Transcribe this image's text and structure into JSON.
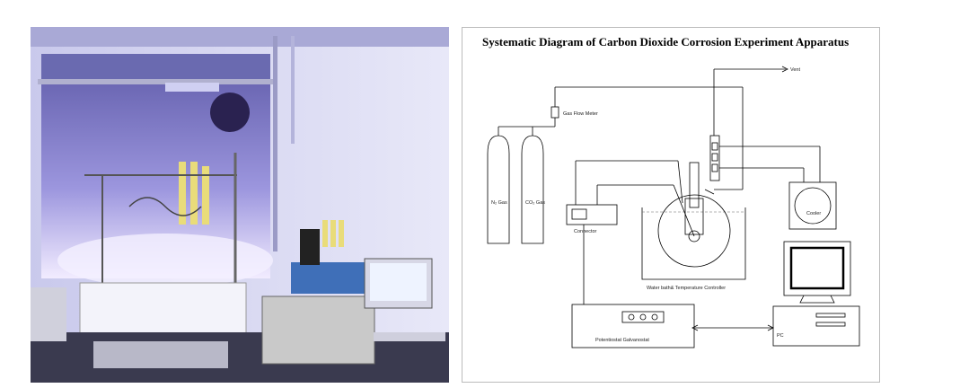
{
  "diagram": {
    "title": "Systematic Diagram of Carbon Dioxide Corrosion Experiment Apparatus",
    "labels": {
      "vent": "Vent",
      "gas_flow_meter": "Gas Flow Meter",
      "n2_gas": "N₂ Gas",
      "co2_gas": "CO₂ Gas",
      "connector": "Connector",
      "water_bath": "Water bath& Temperature Controller",
      "cooler": "Cooler",
      "potentiostat": "Potentiostat Galvanostat",
      "pc": "PC"
    }
  },
  "colors": {
    "photo_tint": "#8f8fd8",
    "hood_glow": "#e6dcff",
    "instrument_blue": "#3f6fb8"
  }
}
